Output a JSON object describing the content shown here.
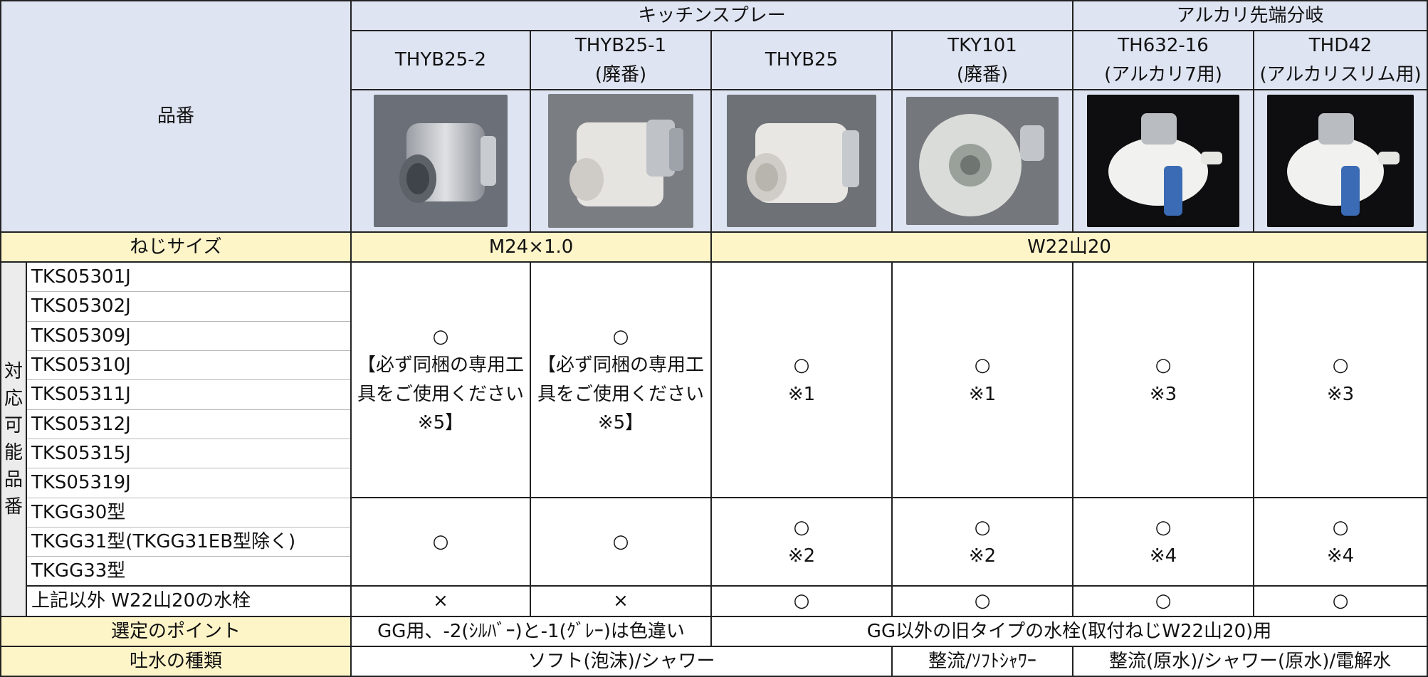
{
  "header": {
    "part_label": "品番",
    "group_kitchen": "キッチンスプレー",
    "group_alkali": "アルカリ先端分岐",
    "products": [
      {
        "name": "THYB25-2",
        "note": ""
      },
      {
        "name": "THYB25-1",
        "note": "(廃番)"
      },
      {
        "name": "THYB25",
        "note": ""
      },
      {
        "name": "TKY101",
        "note": "(廃番)"
      },
      {
        "name": "TH632-16",
        "note": "(アルカリ7用)"
      },
      {
        "name": "THD42",
        "note": "(アルカリスリム用)"
      }
    ]
  },
  "thread": {
    "label": "ねじサイズ",
    "m24": "M24×1.0",
    "w22": "W22山20"
  },
  "compat": {
    "side_label": [
      "対",
      "応",
      "可",
      "能",
      "品",
      "番"
    ],
    "group1_models": [
      "TKS05301J",
      "TKS05302J",
      "TKS05309J",
      "TKS05310J",
      "TKS05311J",
      "TKS05312J",
      "TKS05315J",
      "TKS05319J"
    ],
    "group1_cells": {
      "thyb25_2": [
        "○",
        "【必ず同梱の専用工",
        "具をご使用ください",
        "※5】"
      ],
      "thyb25_1": [
        "○",
        "【必ず同梱の専用工",
        "具をご使用ください",
        "※5】"
      ],
      "thyb25": [
        "○",
        "※1"
      ],
      "tky101": [
        "○",
        "※1"
      ],
      "th632": [
        "○",
        "※3"
      ],
      "thd42": [
        "○",
        "※3"
      ]
    },
    "group2_models": [
      "TKGG30型",
      "TKGG31型(TKGG31EB型除く)",
      "TKGG33型"
    ],
    "group2_cells": {
      "thyb25_2": "○",
      "thyb25_1": "○",
      "thyb25": [
        "○",
        "※2"
      ],
      "tky101": [
        "○",
        "※2"
      ],
      "th632": [
        "○",
        "※4"
      ],
      "thd42": [
        "○",
        "※4"
      ]
    },
    "other": {
      "label": "上記以外 W22山20の水栓",
      "values": [
        "×",
        "×",
        "○",
        "○",
        "○",
        "○"
      ]
    }
  },
  "selection": {
    "label": "選定のポイント",
    "left": "GG用、-2(ｼﾙﾊﾞｰ)と-1(ｸﾞﾚｰ)は色違い",
    "right": "GG以外の旧タイプの水栓(取付ねじW22山20)用"
  },
  "spout": {
    "label": "吐水の種類",
    "a": "ソフト(泡沫)/シャワー",
    "b": "整流/ｿﾌﾄｼｬﾜｰ",
    "c": "整流(原水)/シャワー(原水)/電解水"
  },
  "colors": {
    "header_bg": "#dfe4f2",
    "highlight_bg": "#fdf4c8",
    "side_bg": "#ececec"
  }
}
